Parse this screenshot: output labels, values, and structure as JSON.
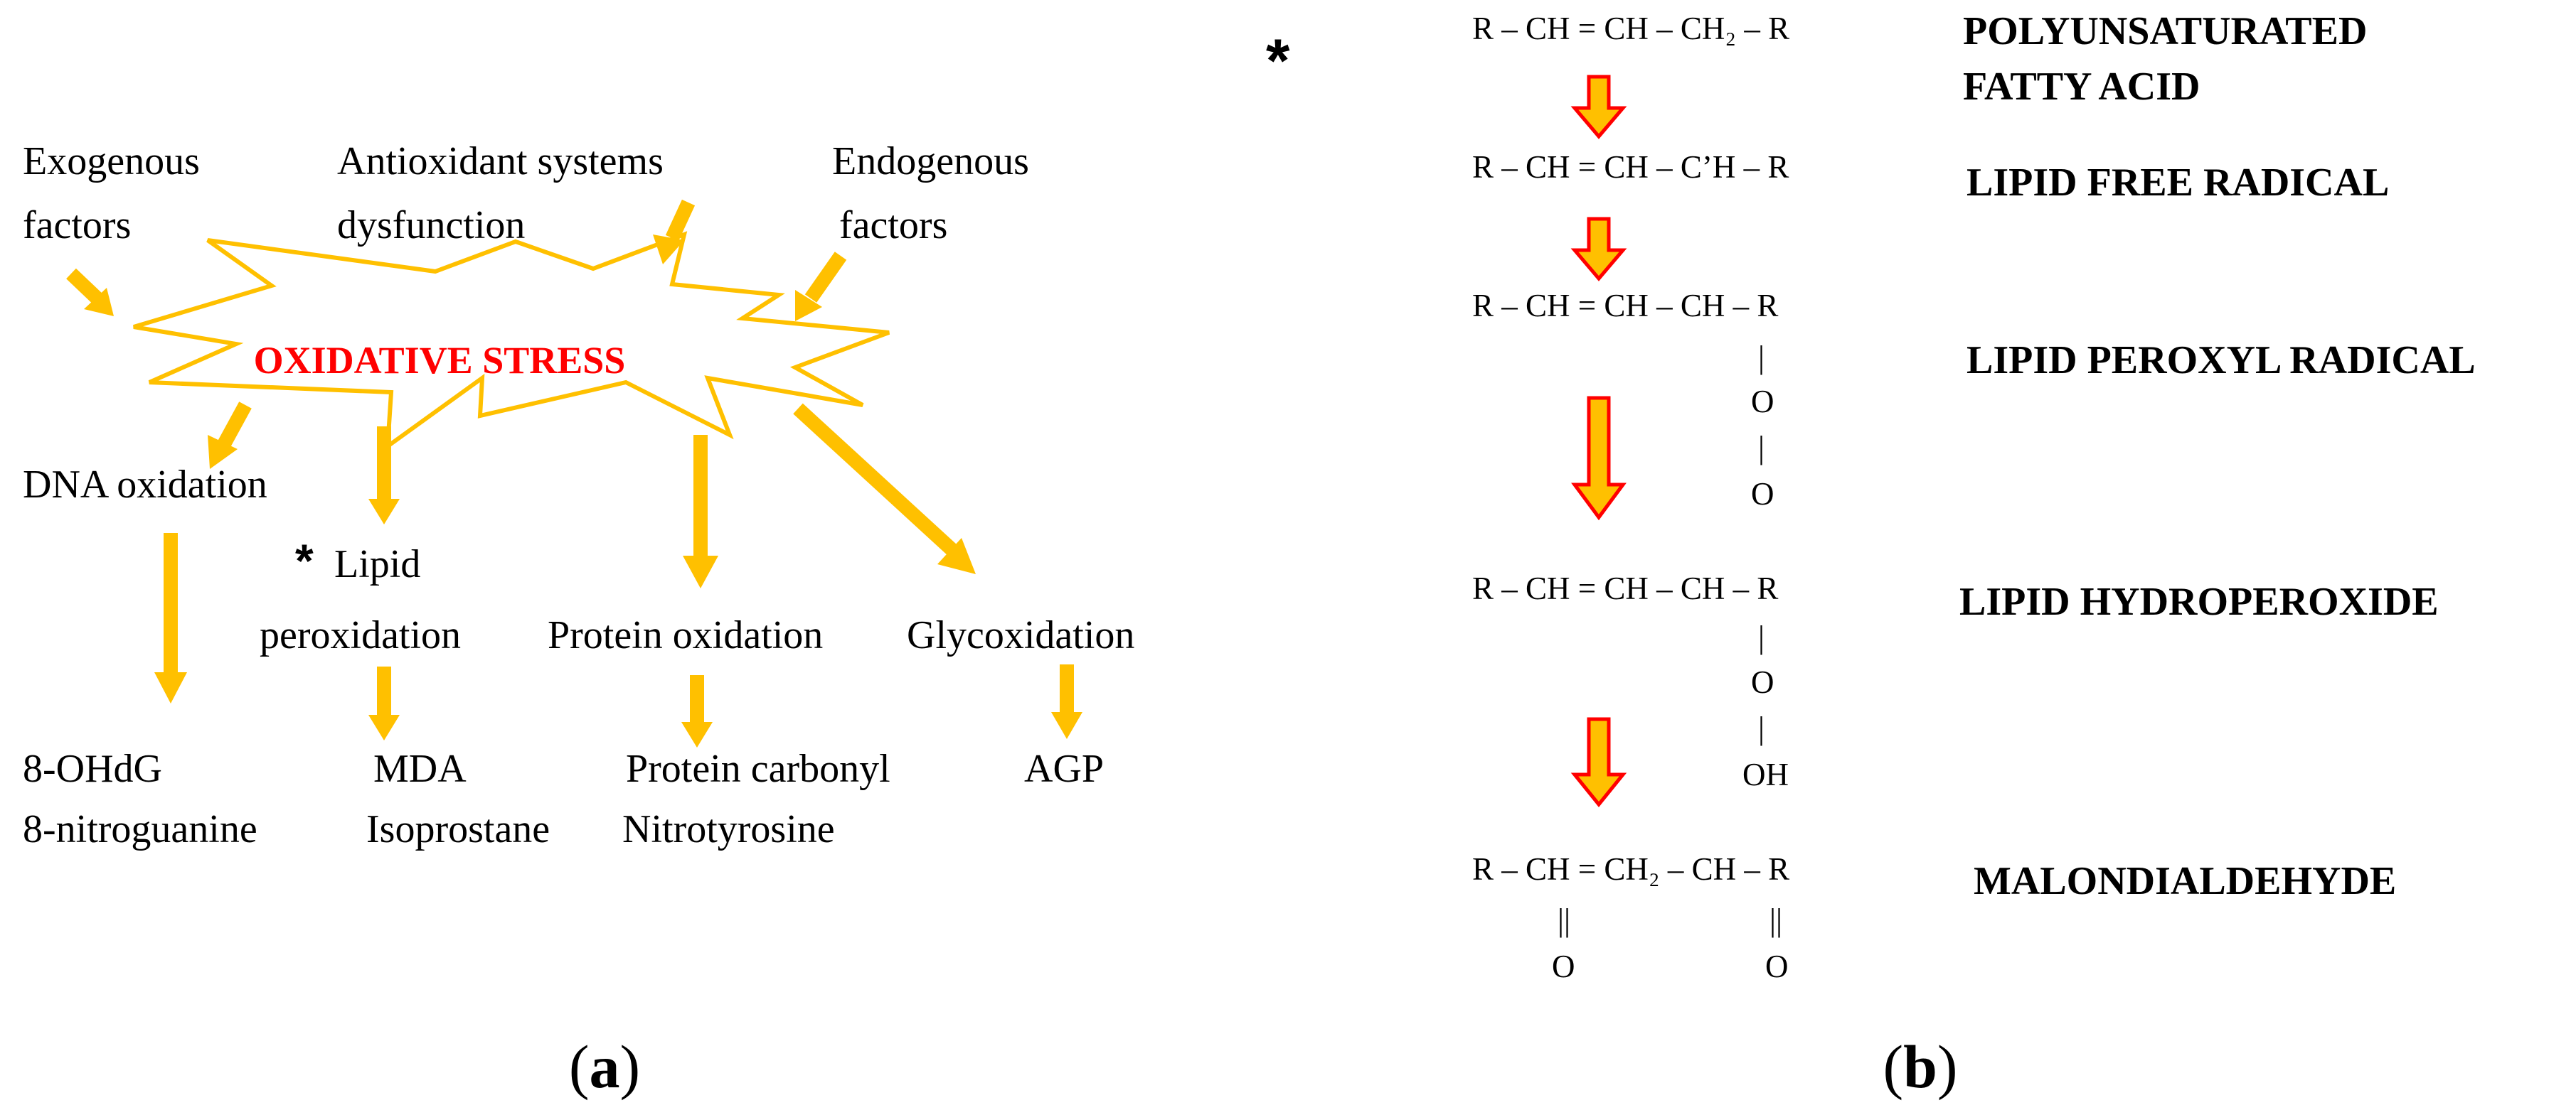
{
  "colors": {
    "arrow": "#ffc000",
    "stress_text": "#ff0000",
    "pathway_arrow_fill": "#ffc000",
    "pathway_arrow_stroke": "#ff0000"
  },
  "panel_a": {
    "causes": {
      "exogenous": [
        "Exogenous",
        "factors"
      ],
      "antioxidant": [
        "Antioxidant systems",
        "dysfunction"
      ],
      "endogenous": [
        "Endogenous",
        "factors"
      ]
    },
    "center": "OXIDATIVE STRESS",
    "targets": {
      "dna": "DNA oxidation",
      "lipid_star": "*",
      "lipid": [
        "Lipid",
        "peroxidation"
      ],
      "protein": "Protein oxidation",
      "glyco": "Glycoxidation"
    },
    "markers": {
      "dna": [
        "8-OHdG",
        "8-nitroguanine"
      ],
      "lipid": [
        "MDA",
        "Isoprostane"
      ],
      "protein": [
        "Protein carbonyl",
        "Nitrotyrosine"
      ],
      "glyco": [
        "AGP"
      ]
    },
    "panel_label": {
      "open": "(",
      "letter": "a",
      "close": ")"
    }
  },
  "panel_b": {
    "star": "*",
    "steps": [
      {
        "formula": "R – CH = CH – CH₂ – R",
        "name": [
          "POLYUNSATURATED",
          "FATTY ACID"
        ]
      },
      {
        "formula": "R – CH = CH – C’H – R",
        "name": [
          "LIPID FREE RADICAL"
        ]
      },
      {
        "formula": "R – CH = CH – CH – R",
        "bond_lines": [
          "|",
          "O",
          "|",
          "O"
        ],
        "name": [
          "LIPID PEROXYL RADICAL"
        ]
      },
      {
        "formula": "R – CH = CH – CH – R",
        "bond_lines": [
          "|",
          "O",
          "|",
          "OH"
        ],
        "name": [
          "LIPID HYDROPEROXIDE"
        ]
      },
      {
        "formula": "R – CH = CH₂ – CH – R",
        "double_bonds": [
          "||",
          "||"
        ],
        "oxygens": [
          "O",
          "O"
        ],
        "name": [
          "MALONDIALDEHYDE"
        ]
      }
    ],
    "panel_label": {
      "open": "(",
      "letter": "b",
      "close": ")"
    }
  }
}
